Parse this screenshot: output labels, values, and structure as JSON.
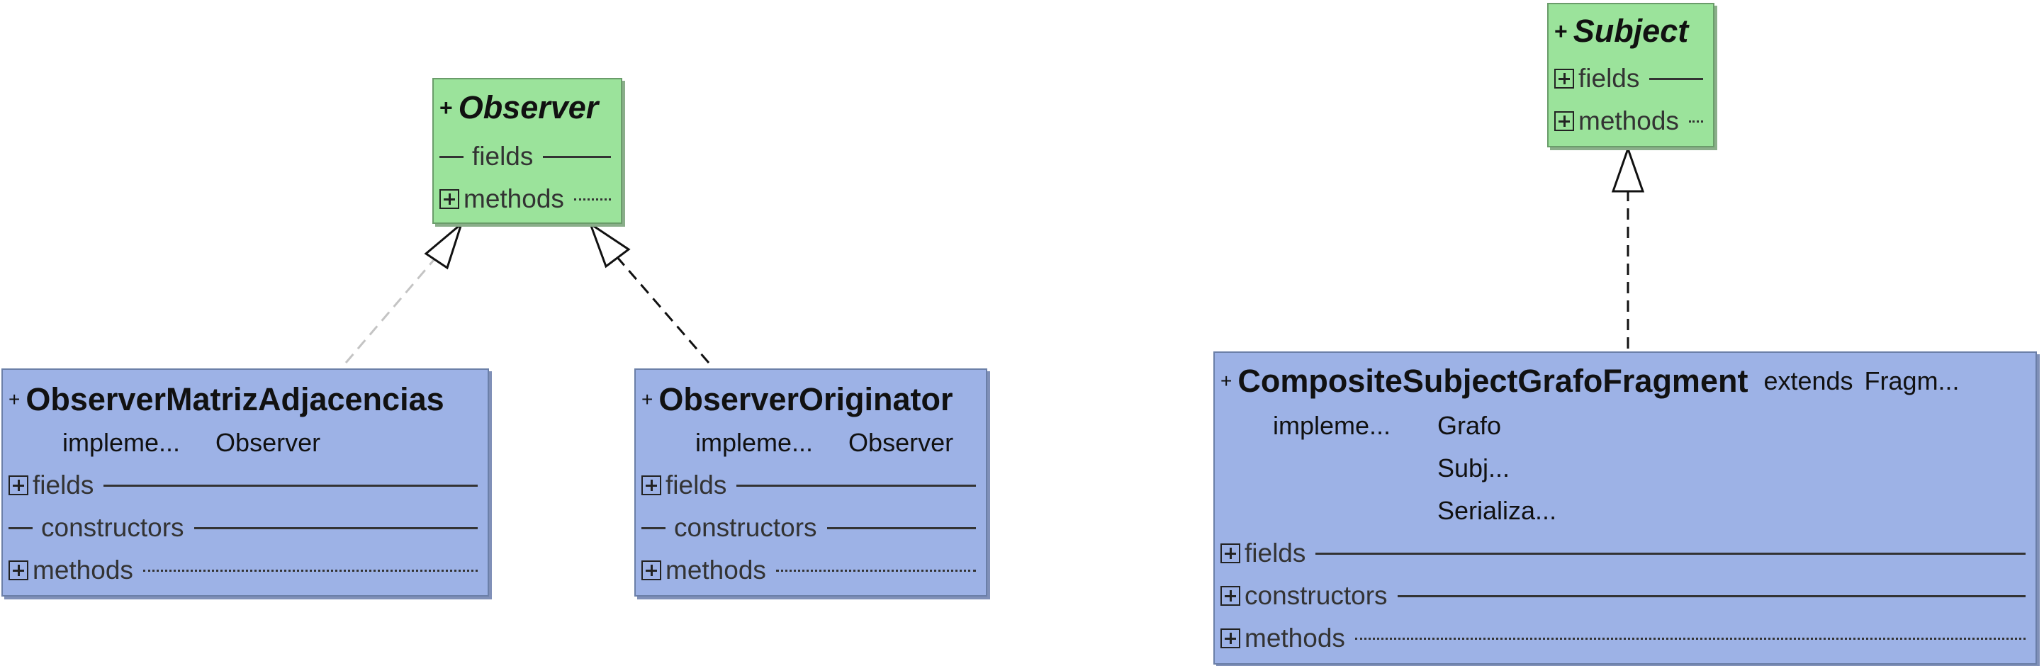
{
  "classes": {
    "observer": {
      "visibility": "+",
      "name": "Observer",
      "fields": "fields",
      "methods": "methods"
    },
    "subject": {
      "visibility": "+",
      "name": "Subject",
      "fields": "fields",
      "methods": "methods"
    },
    "observer_matriz": {
      "visibility": "+",
      "name": "ObserverMatrizAdjacencias",
      "implements_kw": "impleme...",
      "implements": "Observer",
      "fields": "fields",
      "constructors": "constructors",
      "methods": "methods"
    },
    "observer_originator": {
      "visibility": "+",
      "name": "ObserverOriginator",
      "implements_kw": "impleme...",
      "implements": "Observer",
      "fields": "fields",
      "constructors": "constructors",
      "methods": "methods"
    },
    "composite": {
      "visibility": "+",
      "name": "CompositeSubjectGrafoFragment",
      "extends_kw": "extends",
      "extends": "Fragm...",
      "implements_kw": "impleme...",
      "implements": [
        "Grafo",
        "Subj...",
        "Serializa..."
      ],
      "fields": "fields",
      "constructors": "constructors",
      "methods": "methods"
    }
  },
  "relations": [
    {
      "from": "ObserverMatrizAdjacencias",
      "to": "Observer",
      "type": "realization"
    },
    {
      "from": "ObserverOriginator",
      "to": "Observer",
      "type": "realization"
    },
    {
      "from": "CompositeSubjectGrafoFragment",
      "to": "Subject",
      "type": "realization"
    }
  ],
  "colors": {
    "interface_fill": "#9be39b",
    "class_fill": "#9db2e6"
  }
}
